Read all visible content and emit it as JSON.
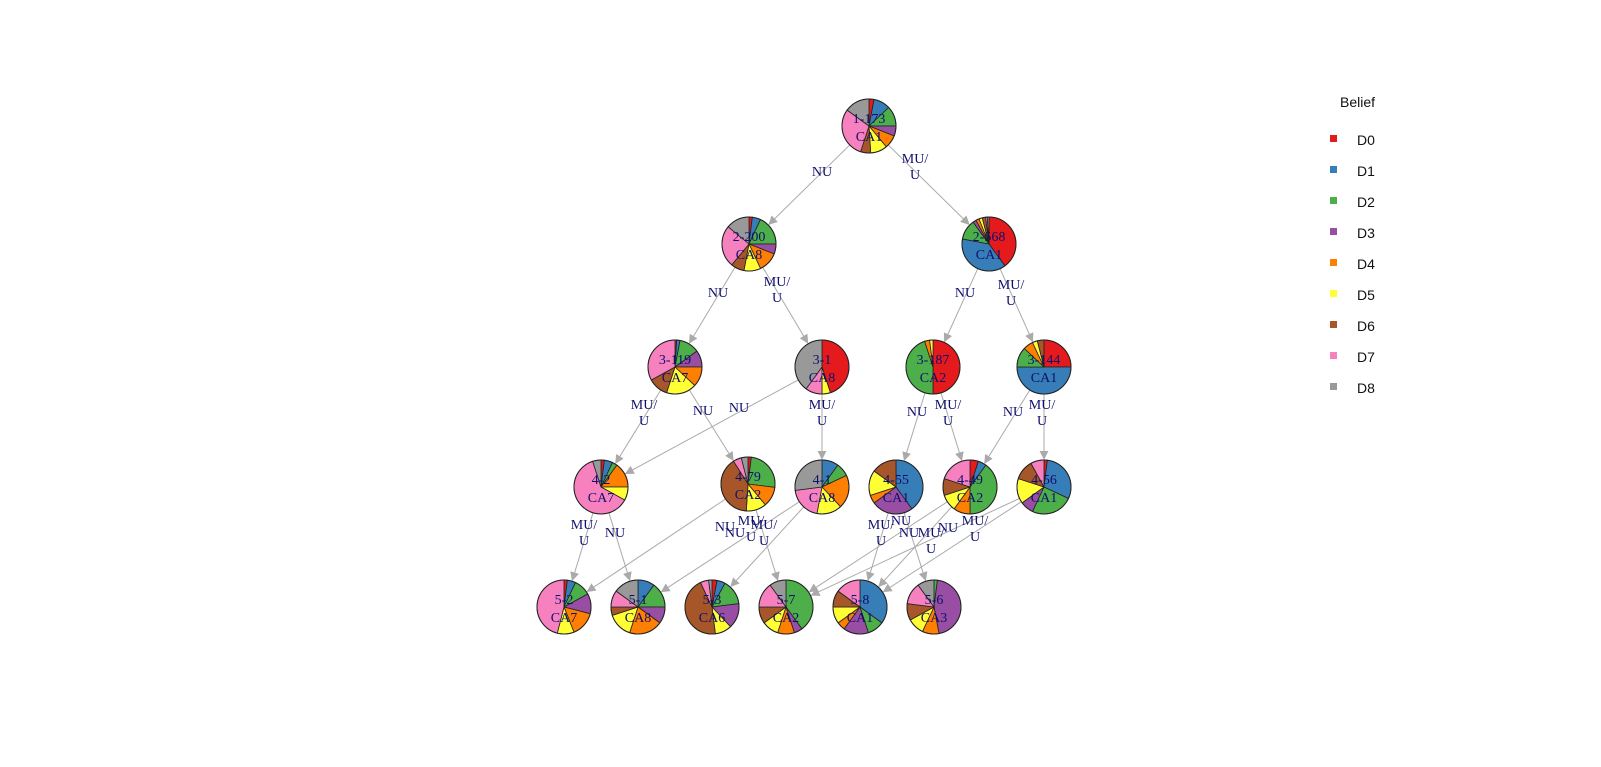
{
  "colors": {
    "D0": "#e41a1c",
    "D1": "#377eb8",
    "D2": "#4daf4a",
    "D3": "#984ea3",
    "D4": "#ff7f00",
    "D5": "#ffff33",
    "D6": "#a65628",
    "D7": "#f781bf",
    "D8": "#999999",
    "edge": "#aaaaaa"
  },
  "legend": {
    "title": "Belief",
    "items": [
      "D0",
      "D1",
      "D2",
      "D3",
      "D4",
      "D5",
      "D6",
      "D7",
      "D8"
    ]
  },
  "nodes": [
    {
      "id": "1-173",
      "line1": "1-173",
      "line2": "CA1",
      "belief": [
        0.03,
        0.1,
        0.12,
        0.06,
        0.08,
        0.1,
        0.06,
        0.3,
        0.15
      ]
    },
    {
      "id": "2-200",
      "line1": "2-200",
      "line2": "CA8",
      "belief": [
        0.02,
        0.05,
        0.18,
        0.06,
        0.12,
        0.1,
        0.08,
        0.25,
        0.14
      ]
    },
    {
      "id": "2-568",
      "line1": "2-568",
      "line2": "CA1",
      "belief": [
        0.4,
        0.38,
        0.12,
        0.02,
        0.02,
        0.02,
        0.02,
        0.01,
        0.01
      ]
    },
    {
      "id": "3-119",
      "line1": "3-119",
      "line2": "CA7",
      "belief": [
        0.01,
        0.02,
        0.12,
        0.1,
        0.12,
        0.18,
        0.12,
        0.33,
        0.0
      ]
    },
    {
      "id": "3-1",
      "line1": "3-1",
      "line2": "CA8",
      "belief": [
        0.45,
        0.0,
        0.0,
        0.0,
        0.0,
        0.05,
        0.0,
        0.1,
        0.4
      ]
    },
    {
      "id": "3-187",
      "line1": "3-187",
      "line2": "CA2",
      "belief": [
        0.5,
        0.0,
        0.45,
        0.0,
        0.03,
        0.02,
        0.0,
        0.0,
        0.0
      ]
    },
    {
      "id": "3-144",
      "line1": "3-144",
      "line2": "CA1",
      "belief": [
        0.25,
        0.5,
        0.12,
        0.0,
        0.06,
        0.03,
        0.04,
        0.0,
        0.0
      ]
    },
    {
      "id": "4-2",
      "line1": "4-2",
      "line2": "CA7",
      "belief": [
        0.02,
        0.05,
        0.03,
        0.0,
        0.15,
        0.08,
        0.0,
        0.62,
        0.05
      ]
    },
    {
      "id": "4-79",
      "line1": "4-79",
      "line2": "CA2",
      "belief": [
        0.02,
        0.0,
        0.25,
        0.0,
        0.12,
        0.12,
        0.4,
        0.05,
        0.04
      ]
    },
    {
      "id": "4-1",
      "line1": "4-1",
      "line2": "CA8",
      "belief": [
        0.0,
        0.1,
        0.08,
        0.0,
        0.2,
        0.15,
        0.0,
        0.2,
        0.27
      ]
    },
    {
      "id": "4-55",
      "line1": "4-55",
      "line2": "CA1",
      "belief": [
        0.0,
        0.4,
        0.0,
        0.25,
        0.05,
        0.15,
        0.15,
        0.0,
        0.0
      ]
    },
    {
      "id": "4-49",
      "line1": "4-49",
      "line2": "CA2",
      "belief": [
        0.05,
        0.05,
        0.4,
        0.0,
        0.1,
        0.1,
        0.1,
        0.2,
        0.0
      ]
    },
    {
      "id": "4-56",
      "line1": "4-56",
      "line2": "CA1",
      "belief": [
        0.02,
        0.3,
        0.25,
        0.08,
        0.0,
        0.15,
        0.12,
        0.08,
        0.0
      ]
    },
    {
      "id": "5-2",
      "line1": "5-2",
      "line2": "CA7",
      "belief": [
        0.02,
        0.05,
        0.1,
        0.12,
        0.15,
        0.1,
        0.0,
        0.46,
        0.0
      ]
    },
    {
      "id": "5-1",
      "line1": "5-1",
      "line2": "CA8",
      "belief": [
        0.0,
        0.1,
        0.15,
        0.1,
        0.2,
        0.15,
        0.05,
        0.1,
        0.15
      ]
    },
    {
      "id": "5-3",
      "line1": "5-3",
      "line2": "CA6",
      "belief": [
        0.03,
        0.05,
        0.15,
        0.15,
        0.0,
        0.1,
        0.45,
        0.05,
        0.02
      ]
    },
    {
      "id": "5-7",
      "line1": "5-7",
      "line2": "CA2",
      "belief": [
        0.0,
        0.0,
        0.4,
        0.05,
        0.1,
        0.1,
        0.1,
        0.15,
        0.1
      ]
    },
    {
      "id": "5-8",
      "line1": "5-8",
      "line2": "CA1",
      "belief": [
        0.0,
        0.35,
        0.1,
        0.15,
        0.05,
        0.1,
        0.1,
        0.15,
        0.0
      ]
    },
    {
      "id": "5-6",
      "line1": "5-6",
      "line2": "CA3",
      "belief": [
        0.0,
        0.0,
        0.02,
        0.45,
        0.1,
        0.1,
        0.1,
        0.13,
        0.1
      ]
    }
  ],
  "edges": [
    {
      "from": "1-173",
      "to": "2-200",
      "label": [
        "NU"
      ]
    },
    {
      "from": "1-173",
      "to": "2-568",
      "label": [
        "MU/",
        "U"
      ]
    },
    {
      "from": "2-200",
      "to": "3-119",
      "label": [
        "NU"
      ]
    },
    {
      "from": "2-200",
      "to": "3-1",
      "label": [
        "MU/",
        "U"
      ]
    },
    {
      "from": "2-568",
      "to": "3-187",
      "label": [
        "NU"
      ]
    },
    {
      "from": "2-568",
      "to": "3-144",
      "label": [
        "MU/",
        "U"
      ]
    },
    {
      "from": "3-119",
      "to": "4-2",
      "label": [
        "MU/",
        "U"
      ]
    },
    {
      "from": "3-119",
      "to": "4-79",
      "label": [
        "NU"
      ]
    },
    {
      "from": "3-1",
      "to": "4-2",
      "label": [
        "NU"
      ]
    },
    {
      "from": "3-1",
      "to": "4-1",
      "label": [
        "MU/",
        "U"
      ]
    },
    {
      "from": "3-187",
      "to": "4-55",
      "label": [
        "NU"
      ]
    },
    {
      "from": "3-187",
      "to": "4-49",
      "label": [
        "MU/",
        "U"
      ]
    },
    {
      "from": "3-144",
      "to": "4-49",
      "label": [
        "NU"
      ]
    },
    {
      "from": "3-144",
      "to": "4-56",
      "label": [
        "MU/",
        "U"
      ]
    },
    {
      "from": "4-2",
      "to": "5-2",
      "label": [
        "MU/",
        "U"
      ]
    },
    {
      "from": "4-2",
      "to": "5-1",
      "label": [
        "NU"
      ]
    },
    {
      "from": "4-79",
      "to": "5-2",
      "label": [
        "NU"
      ]
    },
    {
      "from": "4-79",
      "to": "5-7",
      "label": [
        "MU/",
        "U"
      ]
    },
    {
      "from": "4-1",
      "to": "5-1",
      "label": [
        "NU"
      ]
    },
    {
      "from": "4-1",
      "to": "5-3",
      "label": [
        "MU/",
        "U"
      ]
    },
    {
      "from": "4-55",
      "to": "5-8",
      "label": [
        "MU/",
        "U"
      ]
    },
    {
      "from": "4-55",
      "to": "5-6",
      "label": [
        "NU"
      ]
    },
    {
      "from": "4-49",
      "to": "5-7",
      "label": [
        "NU"
      ]
    },
    {
      "from": "4-49",
      "to": "5-8",
      "label": [
        "MU/",
        "U"
      ]
    },
    {
      "from": "4-56",
      "to": "5-8",
      "label": [
        "NU"
      ]
    },
    {
      "from": "4-56",
      "to": "5-7",
      "label": [
        "MU/",
        "U"
      ]
    }
  ]
}
